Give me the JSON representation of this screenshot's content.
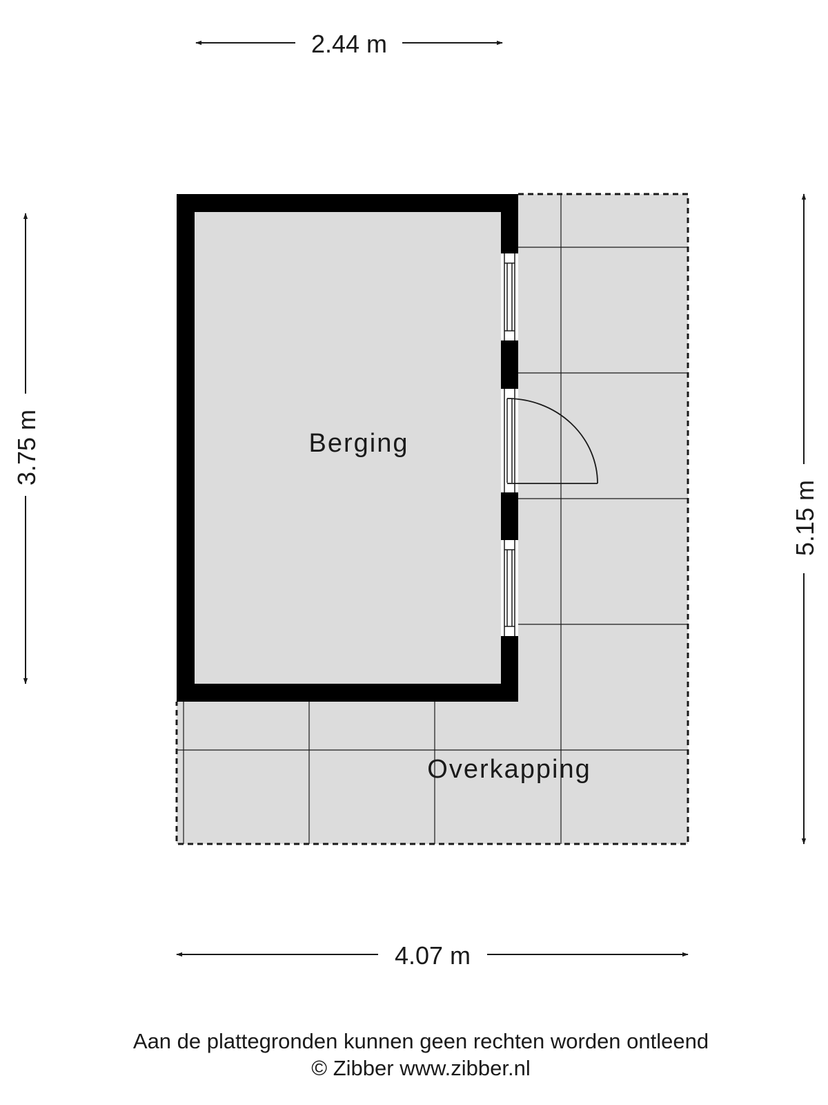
{
  "dimensions": {
    "top_width": "2.44 m",
    "bottom_width": "4.07 m",
    "left_height": "3.75 m",
    "right_height": "5.15 m"
  },
  "rooms": {
    "storage": "Berging",
    "canopy": "Overkapping"
  },
  "footer": {
    "disclaimer": "Aan de plattegronden kunnen geen rechten worden ontleend",
    "copyright": "© Zibber www.zibber.nl"
  },
  "colors": {
    "wall": "#000000",
    "floor": "#dcdcdc",
    "line": "#1a1a1a"
  }
}
